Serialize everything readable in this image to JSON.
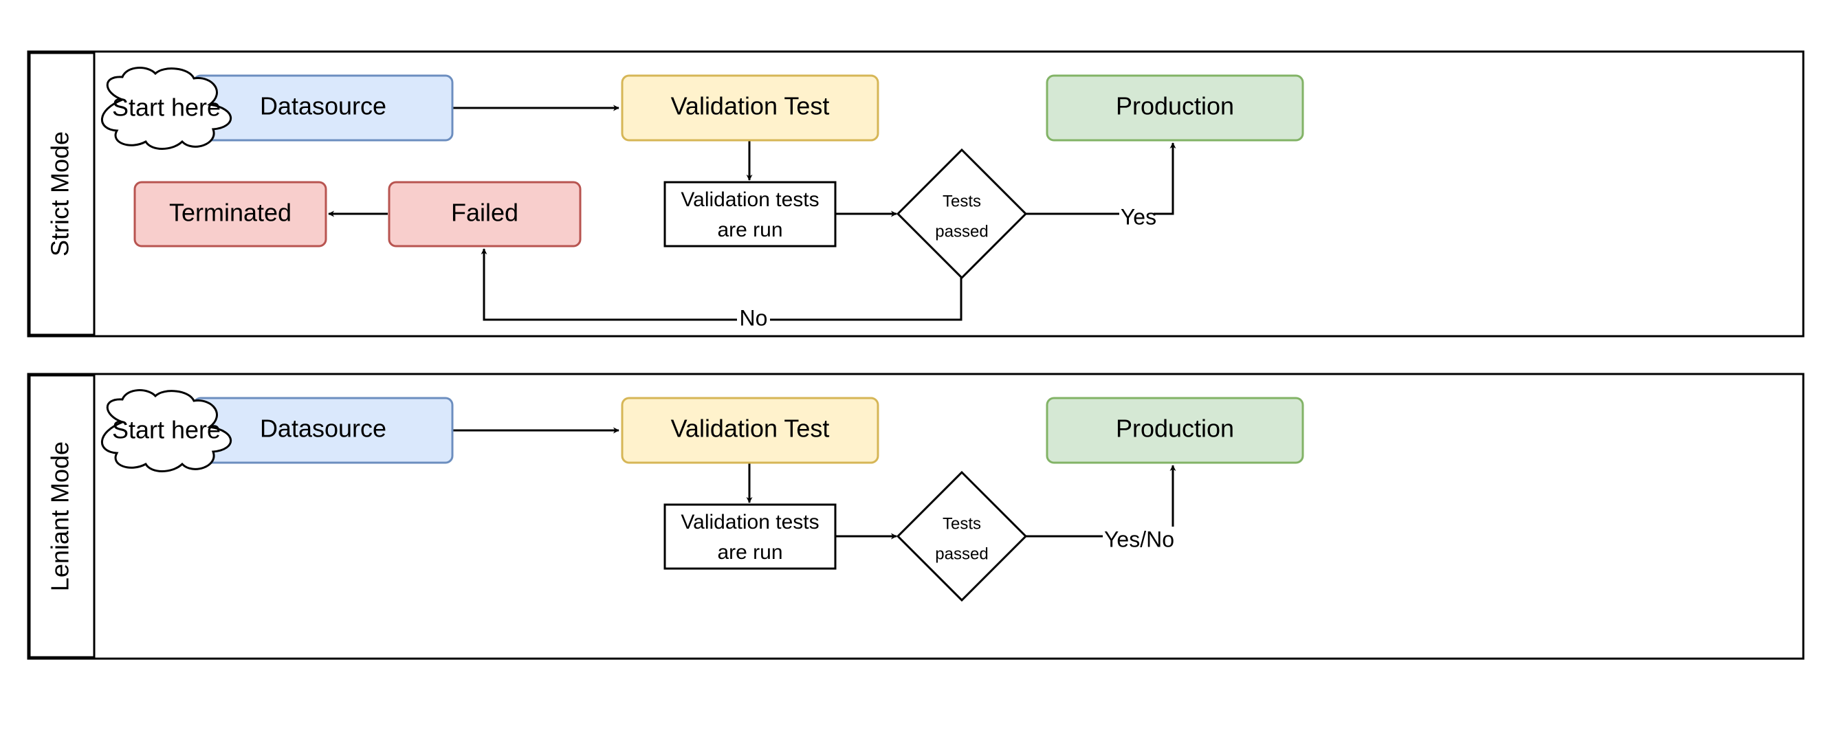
{
  "lanes": [
    {
      "title": "Strict Mode",
      "start_label": "Start here",
      "datasource": "Datasource",
      "validation_test": "Validation Test",
      "production": "Production",
      "tests_run": [
        "Validation tests",
        "are run"
      ],
      "decision": [
        "Tests",
        "passed"
      ],
      "yes_label": "Yes",
      "no_label": "No",
      "failed": "Failed",
      "terminated": "Terminated"
    },
    {
      "title": "Leniant Mode",
      "start_label": "Start here",
      "datasource": "Datasource",
      "validation_test": "Validation Test",
      "production": "Production",
      "tests_run": [
        "Validation tests",
        "are run"
      ],
      "decision": [
        "Tests",
        "passed"
      ],
      "yes_label": "Yes/No"
    }
  ],
  "colors": {
    "datasource_fill": "#dae8fc",
    "datasource_stroke": "#6c8ebf",
    "validation_fill": "#fff2cc",
    "validation_stroke": "#d6b656",
    "production_fill": "#d5e8d4",
    "production_stroke": "#82b366",
    "failed_fill": "#f8cecc",
    "failed_stroke": "#b85450"
  }
}
